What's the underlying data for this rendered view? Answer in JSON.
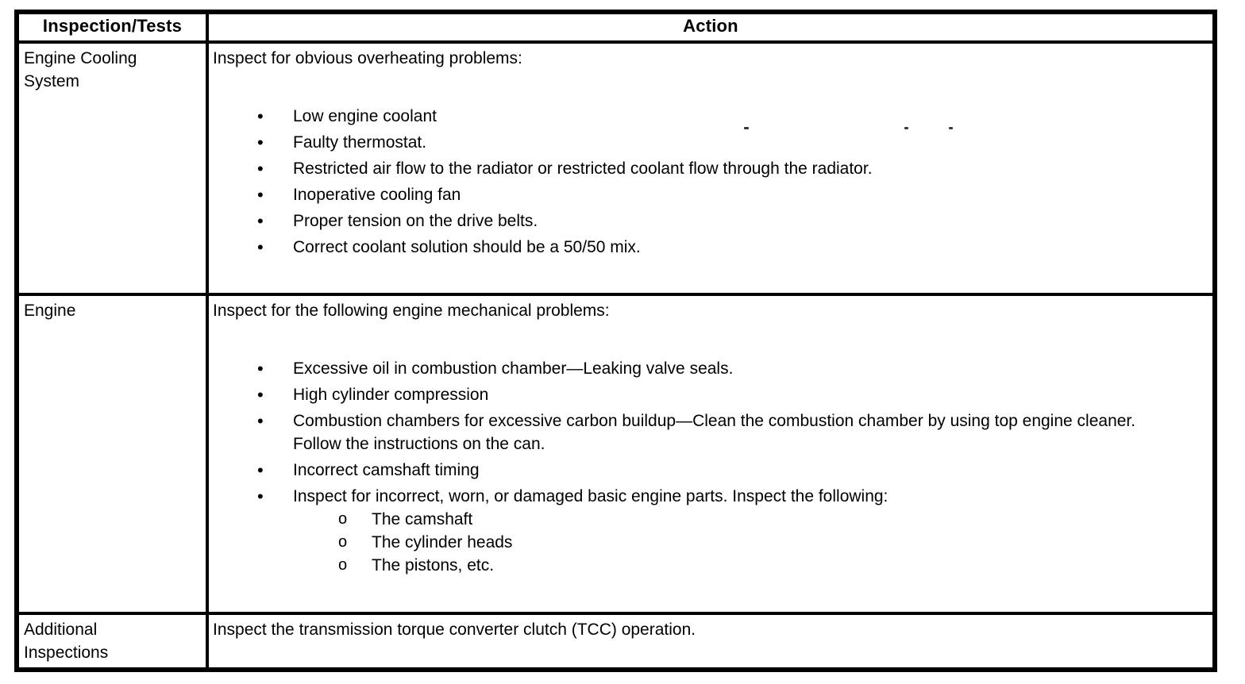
{
  "glyphs": {
    "bullet": "•",
    "sub_bullet": "o"
  },
  "table": {
    "headers": {
      "inspection": "Inspection/Tests",
      "action": "Action"
    },
    "rows": [
      {
        "inspection": "Engine Cooling System",
        "intro": "Inspect for obvious overheating problems:",
        "bullets": [
          "Low engine coolant",
          "Faulty thermostat.",
          "Restricted air flow to the radiator or restricted coolant flow through the radiator.",
          "Inoperative cooling fan",
          "Proper tension on the drive belts.",
          "Correct coolant solution should be a 50/50 mix."
        ]
      },
      {
        "inspection": "Engine",
        "intro": "Inspect for the following engine mechanical problems:",
        "bullets": [
          "Excessive oil in combustion chamber—Leaking valve seals.",
          "High cylinder compression",
          "Combustion chambers for excessive carbon buildup—Clean the combustion chamber by using top engine cleaner. Follow the instructions on the can.",
          "Incorrect camshaft timing",
          "Inspect for incorrect, worn, or damaged basic engine parts. Inspect the following:"
        ],
        "sub_bullets": [
          "The camshaft",
          "The cylinder heads",
          "The pistons, etc."
        ]
      },
      {
        "inspection": "Additional Inspections",
        "intro": "Inspect the transmission torque converter clutch (TCC) operation."
      }
    ]
  }
}
